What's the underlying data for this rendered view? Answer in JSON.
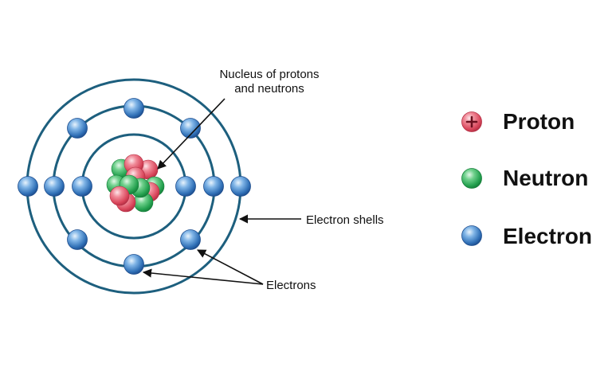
{
  "annotations": {
    "nucleus_line1": "Nucleus of protons",
    "nucleus_line2": "and neutrons",
    "electron_shells": "Electron shells",
    "electrons": "Electrons"
  },
  "legend": [
    {
      "label": "Proton",
      "icon": "proton-plus-sphere-icon",
      "color": "#e0556a"
    },
    {
      "label": "Neutron",
      "icon": "neutron-sphere-icon",
      "color": "#2fae5a"
    },
    {
      "label": "Electron",
      "icon": "electron-sphere-icon",
      "color": "#3f86cc"
    }
  ],
  "colors": {
    "shell": "#1d5f7e",
    "proton": "#e0556a",
    "neutron": "#2fae5a",
    "electron": "#3f86cc"
  }
}
